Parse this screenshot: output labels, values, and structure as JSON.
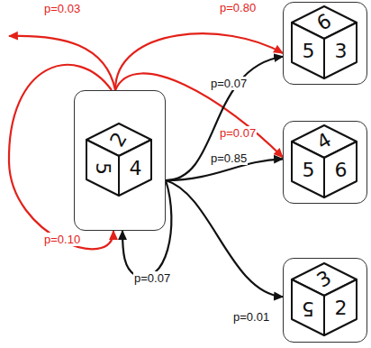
{
  "diagram": {
    "nodes": [
      {
        "text": [
          "2",
          "5",
          "4"
        ]
      },
      {
        "text": [
          "6",
          "5",
          "3"
        ]
      },
      {
        "text": [
          "4",
          "5",
          "6"
        ]
      },
      {
        "text": [
          "3",
          "5",
          "2"
        ]
      }
    ],
    "edges": [
      {
        "from": 0,
        "to": 1,
        "arrow": "to",
        "label": "p=0.80"
      },
      {
        "from": 0,
        "to": 2,
        "arrow": "to",
        "label": "p=0.07"
      },
      {
        "from": 0,
        "to": 0,
        "arrow": "to",
        "label": "p=0.10"
      },
      {
        "from": 0,
        "to": 1,
        "arrow": "to",
        "label": "p=0.07"
      },
      {
        "from": 0,
        "to": 2,
        "arrow": "to",
        "label": "p=0.85"
      },
      {
        "from": 0,
        "to": 3,
        "arrow": "to",
        "label": "p=0.01"
      },
      {
        "from": 0,
        "to": 0,
        "arrow": "to",
        "label": "p=0.07"
      }
    ],
    "labels": [
      "p=0.03"
    ]
  }
}
